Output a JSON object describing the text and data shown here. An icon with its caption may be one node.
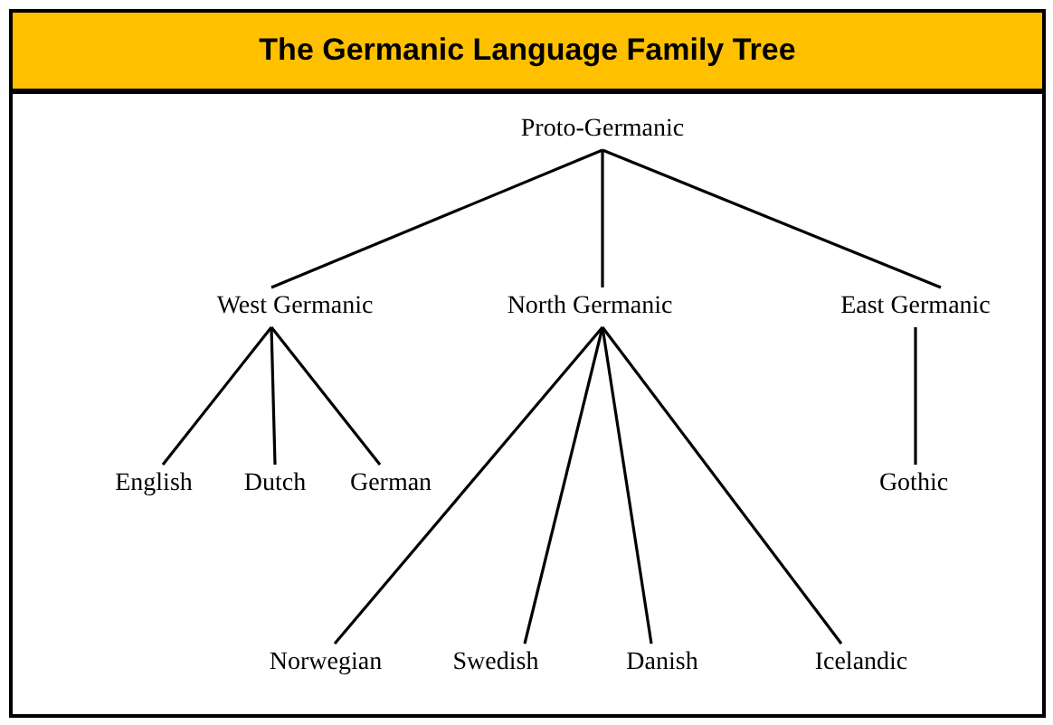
{
  "diagram": {
    "title": "The Germanic Language Family Tree",
    "nodes": [
      {
        "text": [
          "Proto-Germanic"
        ]
      },
      {
        "text": [
          "West Germanic"
        ]
      },
      {
        "text": [
          "North Germanic"
        ]
      },
      {
        "text": [
          "East Germanic"
        ]
      },
      {
        "text": [
          "English"
        ]
      },
      {
        "text": [
          "Dutch"
        ]
      },
      {
        "text": [
          "German"
        ]
      },
      {
        "text": [
          "Gothic"
        ]
      },
      {
        "text": [
          "Norwegian"
        ]
      },
      {
        "text": [
          "Swedish"
        ]
      },
      {
        "text": [
          "Danish"
        ]
      },
      {
        "text": [
          "Icelandic"
        ]
      }
    ],
    "edges": [
      {
        "from": 0,
        "to": 1,
        "arrow": "none"
      },
      {
        "from": 0,
        "to": 2,
        "arrow": "none"
      },
      {
        "from": 0,
        "to": 3,
        "arrow": "none"
      },
      {
        "from": 1,
        "to": 4,
        "arrow": "none"
      },
      {
        "from": 1,
        "to": 5,
        "arrow": "none"
      },
      {
        "from": 1,
        "to": 6,
        "arrow": "none"
      },
      {
        "from": 2,
        "to": 8,
        "arrow": "none"
      },
      {
        "from": 2,
        "to": 9,
        "arrow": "none"
      },
      {
        "from": 2,
        "to": 10,
        "arrow": "none"
      },
      {
        "from": 2,
        "to": 11,
        "arrow": "none"
      },
      {
        "from": 3,
        "to": 7,
        "arrow": "none"
      }
    ]
  }
}
